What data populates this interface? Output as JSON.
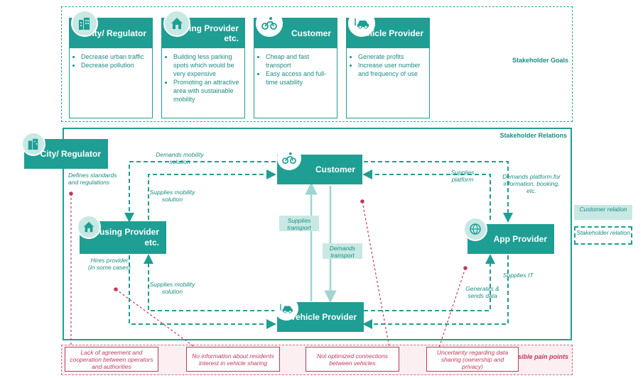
{
  "stakeholder_goals": {
    "label": "Stakeholder Goals",
    "cards": [
      {
        "title": "City/ Regulator",
        "icon": "city-icon",
        "goals": [
          "Decrease urban traffic",
          "Decrease pollution"
        ]
      },
      {
        "title": "Housing Provider etc.",
        "icon": "house-icon",
        "goals": [
          "Building less parking spots which would be very expensive",
          "Promoting an attractive area with sustainable mobility"
        ]
      },
      {
        "title": "Customer",
        "icon": "cyclist-icon",
        "goals": [
          "Cheap and fast transport",
          "Easy access and full-time usability"
        ]
      },
      {
        "title": "Vehicle Provider",
        "icon": "car-charging-icon",
        "goals": [
          "Generate profits",
          "Increase user number and frequency of use"
        ]
      }
    ]
  },
  "stakeholder_relations": {
    "label": "Stakeholder Relations",
    "nodes": {
      "city": "City/ Regulator",
      "customer": "Customer",
      "housing": "Housing Provider etc.",
      "app": "App Provider",
      "vehicle": "Vehicle Provider"
    },
    "edge_labels": {
      "defines": "Defines standards and regulations",
      "demands_mobility": "Demands mobility solution",
      "supplies_mobility_top": "Supplies mobility solution",
      "supplies_mobility_bottom": "Supplies mobility solution",
      "hires": "Hires provider (in some cases)",
      "supplies_platform": "Supplies platform",
      "demands_platform": "Demands platform for information, booking, etc.",
      "supplies_it": "Supplies IT",
      "generates_data": "Generates & sends data"
    },
    "customer_relation_tags": {
      "supplies_transport": "Supplies transport",
      "demands_transport": "Demands transport"
    }
  },
  "legend": {
    "customer_relation": "Customer relation",
    "stakeholder_relation": "Stakeholder relation"
  },
  "pain_points": {
    "label": "Possible pain points",
    "items": [
      "Lack of agreement and cooperation between operators and authorities",
      "No information about residents interest in vehicle sharing",
      "Not optimized connections between vehicles",
      "Uncertainty regarding data sharing (ownership and privacy)"
    ]
  },
  "colors": {
    "teal": "#1f9e94",
    "light_teal": "#c8e8e3",
    "pain": "#c0395c"
  }
}
